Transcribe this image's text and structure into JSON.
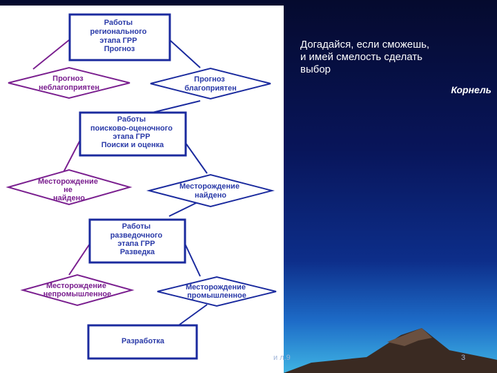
{
  "quote": {
    "lines": [
      "Догадайся, если сможешь,",
      "и имей смелость сделать",
      "выбор"
    ],
    "author": "Корнель"
  },
  "footer": {
    "text": "и л.9",
    "page_number": "3"
  },
  "flowchart": {
    "stage1": [
      "Работы",
      "регионального",
      "этапа  ГРР",
      "Прогноз"
    ],
    "forecast_unfavorable": [
      "Прогноз",
      "неблагоприятен"
    ],
    "forecast_favorable": [
      "Прогноз",
      "благоприятен"
    ],
    "stage2": [
      "Работы",
      "поисково-оценочного",
      "этапа ГРР",
      "Поиски и оценка"
    ],
    "deposit_not_found": [
      "Месторождение",
      "не",
      "найдено"
    ],
    "deposit_found": [
      "Месторождение",
      "найдено"
    ],
    "stage3": [
      "Работы",
      "разведочного",
      "этапа ГРР",
      "Разведка"
    ],
    "deposit_nonindustrial": [
      "Месторождение",
      "непромышленное"
    ],
    "deposit_industrial": [
      "Месторождение",
      "промышленное"
    ],
    "development": "Разработка"
  },
  "colors": {
    "box": "#1a2a9e",
    "negative": "#7a1f8f",
    "positive": "#1a2a9e"
  }
}
